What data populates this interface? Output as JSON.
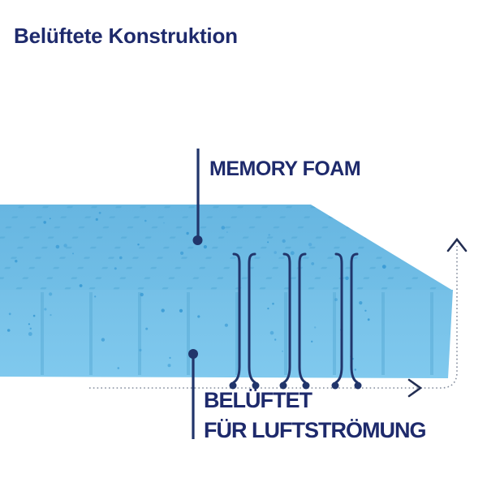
{
  "title": "Belüftete Konstruktion",
  "labels": {
    "memory_foam": "MEMORY FOAM",
    "vented_line1": "BELÜFTET",
    "vented_line2": "FÜR LUFTSTRÖMUNG"
  },
  "icons": {
    "arrow_up": "arrow-up-icon",
    "arrow_right": "arrow-right-icon",
    "airflow_channel": "airflow-channel-icon",
    "pointer_dot": "leader-dot-icon"
  },
  "colors": {
    "navy": "#1e2a6c",
    "line_navy": "#21356b",
    "foam_top_dark": "#67b6e1",
    "foam_top_light": "#71bee6",
    "foam_front_top": "#75c0e7",
    "foam_front_bottom": "#80c9ee",
    "perforation": "#4ea6d3",
    "groove": "#58abd6",
    "speckle": "#2e93d0",
    "dotted_path": "#828b9c",
    "arrow_stroke": "#232e52",
    "background": "#ffffff"
  }
}
